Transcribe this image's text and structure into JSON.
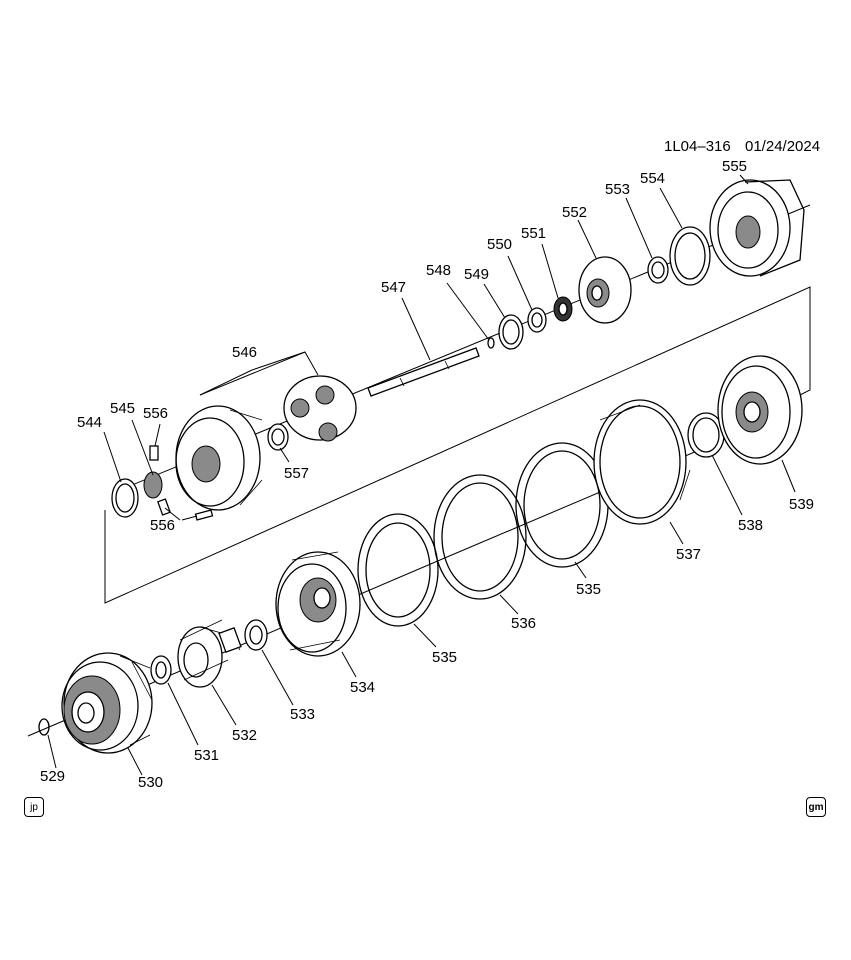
{
  "header": {
    "code": "1L04–316",
    "date": "01/24/2024"
  },
  "labels": {
    "p529": "529",
    "p530": "530",
    "p531": "531",
    "p532": "532",
    "p533": "533",
    "p534": "534",
    "p535a": "535",
    "p535b": "535",
    "p536": "536",
    "p537": "537",
    "p538": "538",
    "p539": "539",
    "p544": "544",
    "p545": "545",
    "p546": "546",
    "p547": "547",
    "p548": "548",
    "p549": "549",
    "p550": "550",
    "p551": "551",
    "p552": "552",
    "p553": "553",
    "p554": "554",
    "p555": "555",
    "p556a": "556",
    "p556b": "556",
    "p557": "557"
  },
  "badges": {
    "left": "jp",
    "right": "gm"
  }
}
